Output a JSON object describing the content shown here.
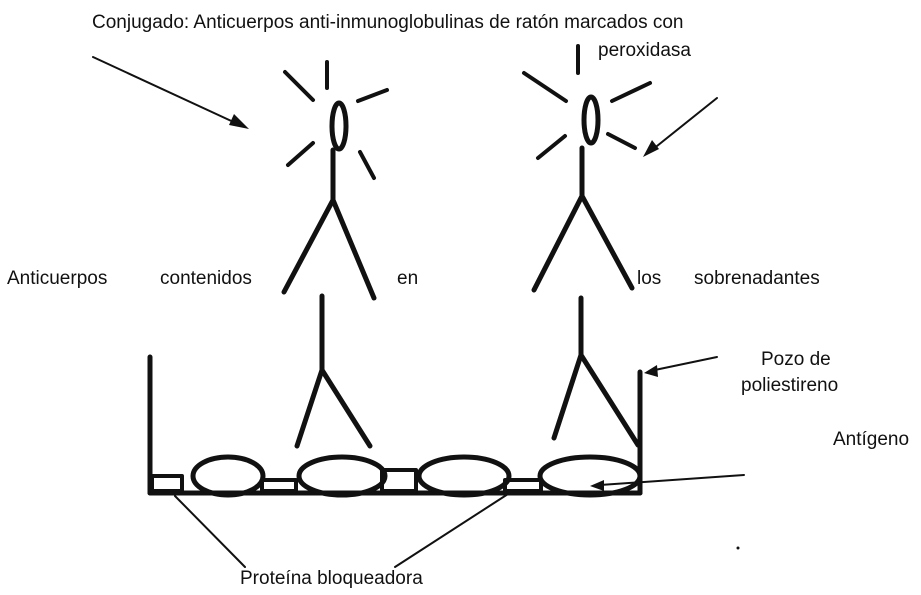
{
  "labels": {
    "conjugate_line1": "Conjugado:  Anticuerpos anti-inmunoglobulinas de ratón marcados con",
    "conjugate_line2": "peroxidasa",
    "antibodies_word1": "Anticuerpos",
    "antibodies_word2": "contenidos",
    "antibodies_word3": "en",
    "antibodies_word4": "los",
    "antibodies_word5": "sobrenadantes",
    "well_line1": "Pozo de",
    "well_line2": "poliestireno",
    "antigen": "Antígeno",
    "blocking_protein": "Proteína bloqueadora"
  },
  "colors": {
    "ink": "#111111",
    "background": "#ffffff"
  }
}
